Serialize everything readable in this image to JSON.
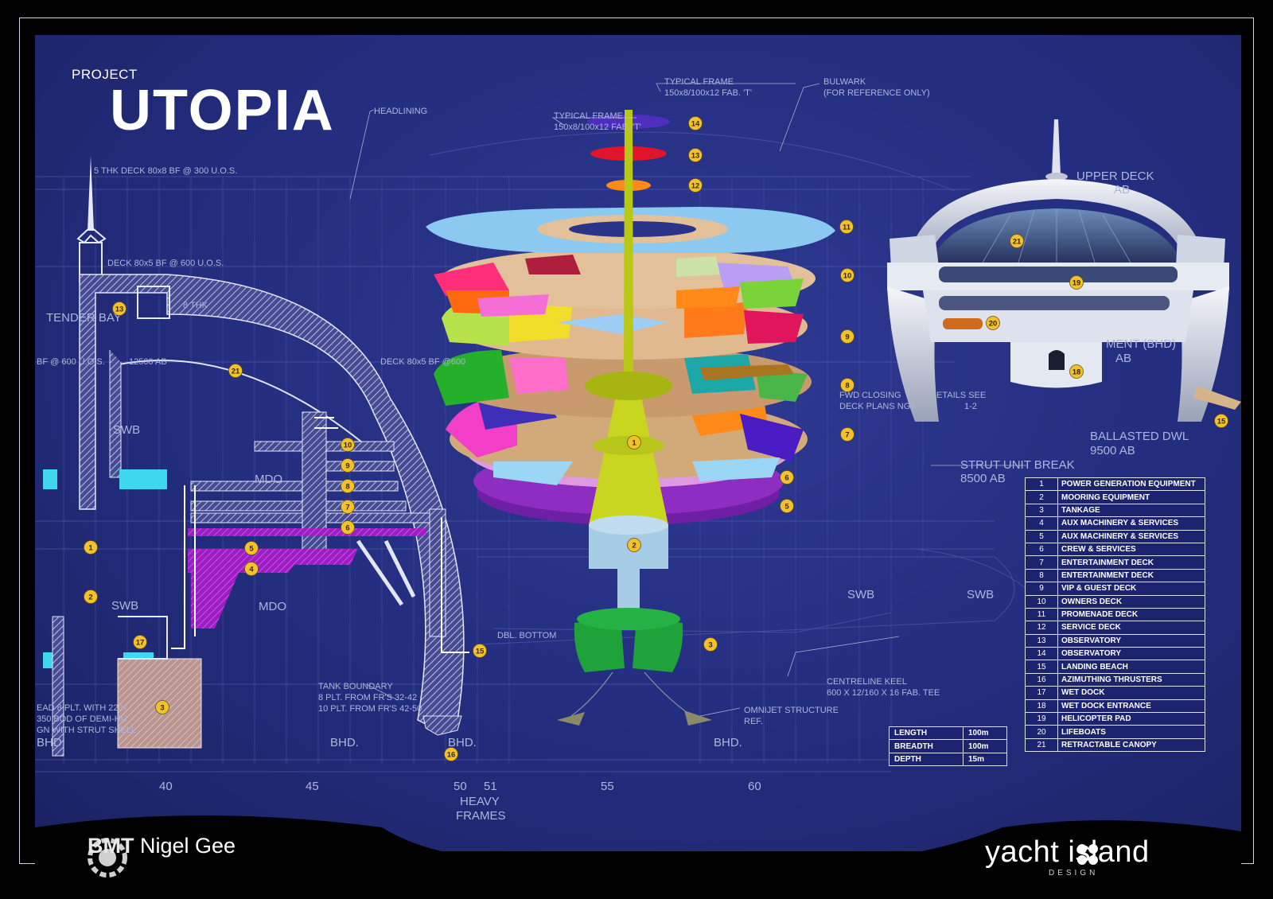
{
  "header": {
    "project_label": "PROJECT",
    "title": "UTOPIA"
  },
  "blueprint_notes": {
    "headlining": "HEADLINING",
    "typical_frame_1": "TYPICAL FRAME",
    "typical_frame_1_spec": "150x8/100x12 FAB. 'T'",
    "typical_frame_2": "TYPICAL FRAME",
    "typical_frame_2_spec": "150x8/100x12 FAB. 'T'",
    "bulwark": "BULWARK",
    "bulwark_note": "(FOR REFERENCE ONLY)",
    "deck_top": "5 THK DECK 80x8 BF @ 300 U.O.S.",
    "deck_mid": "DECK 80x5 BF @ 600 U.O.S.",
    "deck_left": "8 THK",
    "deck_lower": "DECK 80x5 BF @600",
    "tender_bay": "TENDER BAY",
    "bf600": "BF @ 600 U.O.S.",
    "ab12500": "12500 AB",
    "upper_deck": "UPPER DECK",
    "upper_deck_ab": "AB",
    "bhd_right": "MENT (BHD)",
    "bhd_right_ab": "AB",
    "fwd_closing_1": "FWD CLOSING",
    "fwd_closing_2": "ETAILS SEE",
    "fwd_closing_3": "DECK PLANS NG6",
    "fwd_closing_4": "1-2",
    "ballasted": "BALLASTED DWL",
    "ballasted_ab": "9500 AB",
    "strut": "STRUT UNIT BREAK",
    "strut_ab": "8500 AB",
    "centreline_keel": "CENTRELINE KEEL",
    "centreline_keel_spec": "600 X 12/160 X 16 FAB. TEE",
    "omnijet": "OMNIJET STRUCTURE",
    "omnijet_ref": "REF.",
    "tank_boundary": "TANK BOUNDARY",
    "tank_line1": "8 PLT. FROM FR'S 32-42",
    "tank_line2": "10 PLT. FROM FR'S 42-50",
    "demi_1": "EAD 8 PLT. WITH 220x",
    "demi_2": "350 BOD OF DEMI-HU",
    "demi_3": "GN WITH STRUT SHELL",
    "dbl_bottom": "DBL. BOTTOM",
    "swb": "SWB",
    "mdo": "MDO",
    "bhd": "BHD.",
    "heavy_frames_1": "HEAVY",
    "heavy_frames_2": "FRAMES",
    "frame_numbers": [
      "40",
      "45",
      "50",
      "51",
      "55",
      "60"
    ]
  },
  "legend": [
    {
      "num": "1",
      "label": "POWER GENERATION EQUIPMENT"
    },
    {
      "num": "2",
      "label": "MOORING EQUIPMENT"
    },
    {
      "num": "3",
      "label": "TANKAGE"
    },
    {
      "num": "4",
      "label": "AUX MACHINERY & SERVICES"
    },
    {
      "num": "5",
      "label": "AUX MACHINERY & SERVICES"
    },
    {
      "num": "6",
      "label": "CREW & SERVICES"
    },
    {
      "num": "7",
      "label": "ENTERTAINMENT DECK"
    },
    {
      "num": "8",
      "label": "ENTERTAINMENT DECK"
    },
    {
      "num": "9",
      "label": "VIP & GUEST DECK"
    },
    {
      "num": "10",
      "label": "OWNERS DECK"
    },
    {
      "num": "11",
      "label": "PROMENADE DECK"
    },
    {
      "num": "12",
      "label": "SERVICE DECK"
    },
    {
      "num": "13",
      "label": "OBSERVATORY"
    },
    {
      "num": "14",
      "label": "OBSERVATORY"
    },
    {
      "num": "15",
      "label": "LANDING BEACH"
    },
    {
      "num": "16",
      "label": "AZIMUTHING THRUSTERS"
    },
    {
      "num": "17",
      "label": "WET DOCK"
    },
    {
      "num": "18",
      "label": "WET DOCK ENTRANCE"
    },
    {
      "num": "19",
      "label": "HELICOPTER PAD"
    },
    {
      "num": "20",
      "label": "LIFEBOATS"
    },
    {
      "num": "21",
      "label": "RETRACTABLE CANOPY"
    }
  ],
  "dimensions": [
    {
      "key": "LENGTH",
      "value": "100m"
    },
    {
      "key": "BREADTH",
      "value": "100m"
    },
    {
      "key": "DEPTH",
      "value": "15m"
    }
  ],
  "markers": {
    "section": [
      "13",
      "21",
      "10",
      "9",
      "8",
      "7",
      "6",
      "5",
      "4",
      "1",
      "2",
      "17",
      "3",
      "15",
      "16"
    ],
    "stack": [
      "14",
      "13",
      "12",
      "11",
      "10",
      "9",
      "8",
      "7",
      "6",
      "5",
      "1",
      "2",
      "3"
    ],
    "render": [
      "21",
      "19",
      "20",
      "18",
      "15"
    ]
  },
  "footer": {
    "bmt_brand": "BMT",
    "bmt_name": "Nigel Gee",
    "yacht_brand": "yacht island",
    "yacht_sub": "DESIGN"
  },
  "colors": {
    "board": "#232d7e",
    "marker": "#f2c12e",
    "legend_border": "#dfe3f3"
  }
}
